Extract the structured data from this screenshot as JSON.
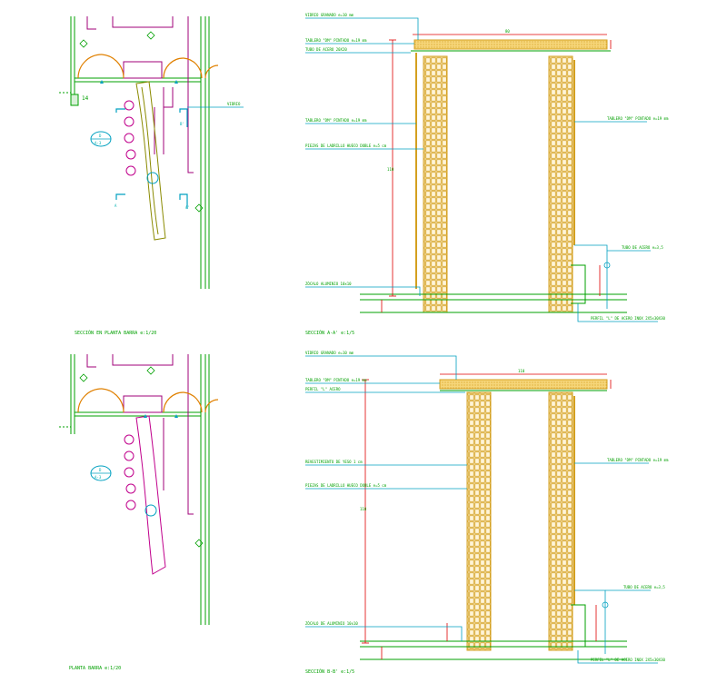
{
  "titles": {
    "plan_top": "SECCIÓN EN PLANTA BARRA e:1/20",
    "section_a": "SECCIÓN A-A' e:1/5",
    "plan_bottom": "PLANTA BARRA e:1/20",
    "section_b": "SECCIÓN B-B' e:1/5"
  },
  "plan_top": {
    "leader_label": "VIDRIO",
    "cut_a": "A",
    "cut_a_prime": "A'",
    "cut_b_prime": "B'",
    "level": "14",
    "detail_number": "D",
    "detail_sheet": "A-3"
  },
  "plan_bottom": {
    "detail_number": "D",
    "detail_sheet": "A-3"
  },
  "section_a": {
    "labels_left": [
      "VIDRIO GRANADO e=10 mm",
      "TABLERO \"DM\" PINTADO e=19 mm",
      "TUBO DE ACERO 20X20",
      "TABLERO \"DM\" PINTADO e=19 mm",
      "PIEZAS DE LADRILLO HUECO DOBLE e=5 cm",
      "ZÓCALO ALUMINIO 10x10"
    ],
    "labels_right": [
      "TABLERO \"DM\" PINTADO e=19 mm",
      "TUBO DE ACERO e=3,5",
      "PERFIL \"L\" DE ACERO INOX 2X5x30X30"
    ],
    "dim_top": "80",
    "dim_side": "110"
  },
  "section_b": {
    "labels_left": [
      "VIDRIO GRANADO e=10 mm",
      "TABLERO \"DM\" PINTADO e=19 mm",
      "PERFIL \"L\" ACERO",
      "REVESTIMIENTO DE YESO 1 cm",
      "PIEZAS DE LADRILLO HUECO DOBLE e=5 cm",
      "ZÓCALO DE ALUMINIO 10x10"
    ],
    "labels_right": [
      "TABLERO \"DM\" PINTADO e=19 mm",
      "TUBO DE ACERO e=3,5",
      "PERFIL \"L\" DE ACERO INOX 2X5x30X30"
    ],
    "dim_top": "110",
    "dim_side": "110"
  },
  "colors": {
    "wall": "#00a000",
    "partition": "#a0007a",
    "brick": "#d4a020",
    "leader": "#00a0c0",
    "door": "#e08000",
    "dimension": "#e00000",
    "stool": "#c0008c"
  }
}
